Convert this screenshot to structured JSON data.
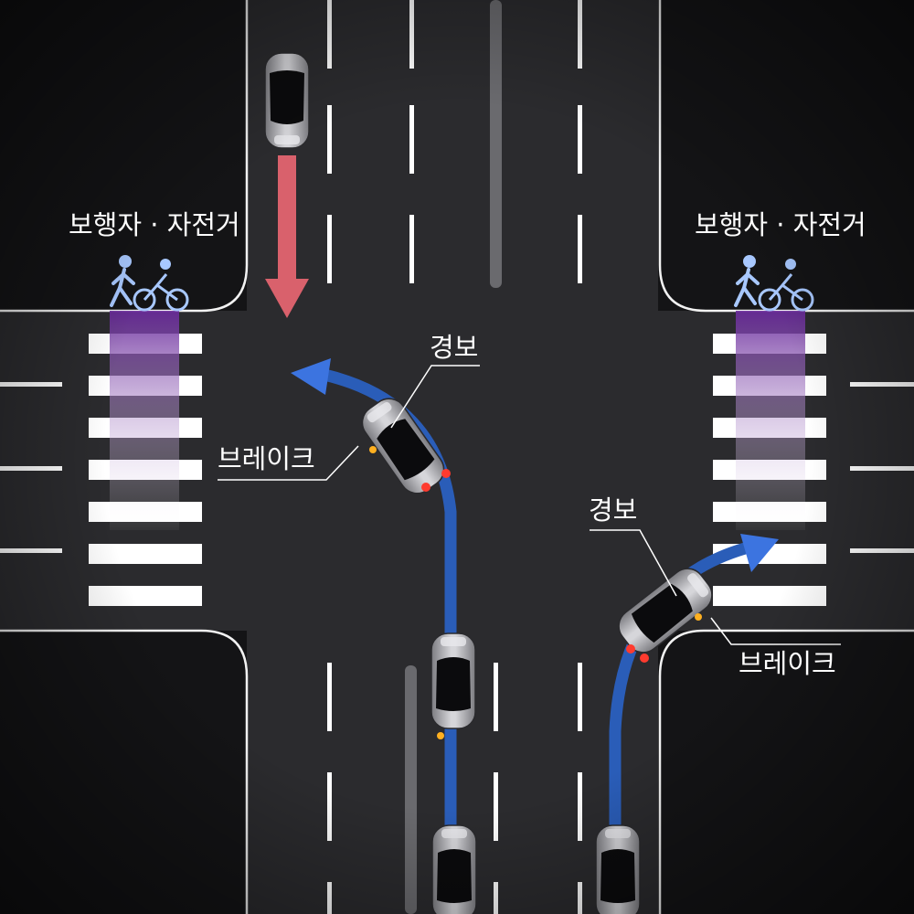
{
  "labels": {
    "pedestrian_cyclist_left": "보행자 · 자전거",
    "pedestrian_cyclist_right": "보행자 · 자전거",
    "warning_center": "경보",
    "brake_center": "브레이크",
    "warning_right": "경보",
    "brake_right": "브레이크"
  },
  "colors": {
    "road": "#2b2b2e",
    "sidewalk": "#141416",
    "marking": "#ffffff",
    "oncoming_arrow": "#d9616c",
    "turn_path": "#2a5db8",
    "turn_arrow": "#3c74e0",
    "detection_zone": "#7a3aa8",
    "pictogram": "#a8c8ff",
    "brake_light": "#ff3b2f",
    "indicator": "#ffb020"
  },
  "icons": [
    "pedestrian-icon",
    "cyclist-icon",
    "car-icon"
  ]
}
